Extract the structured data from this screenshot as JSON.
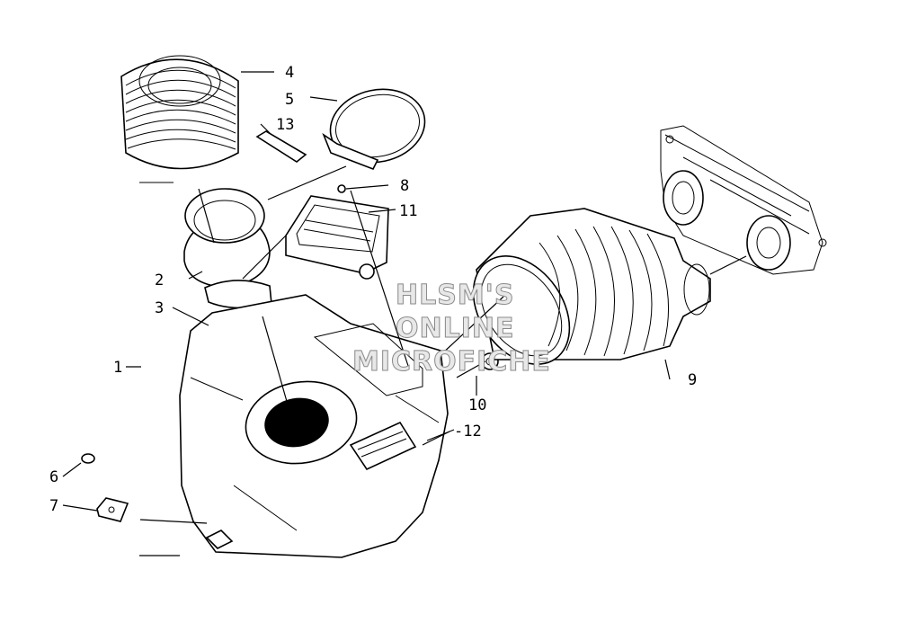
{
  "diagram": {
    "callouts": {
      "c1": "1",
      "c2": "2",
      "c3": "3",
      "c4": "4",
      "c5": "5",
      "c6": "6",
      "c7": "7",
      "c8": "8",
      "c9": "9",
      "c10": "10",
      "c11": "11",
      "c12": "-12",
      "c13": "13"
    },
    "watermark": {
      "line1": "HLSM'S",
      "line2": "ONLINE",
      "line3": "MICROFICHE"
    }
  }
}
